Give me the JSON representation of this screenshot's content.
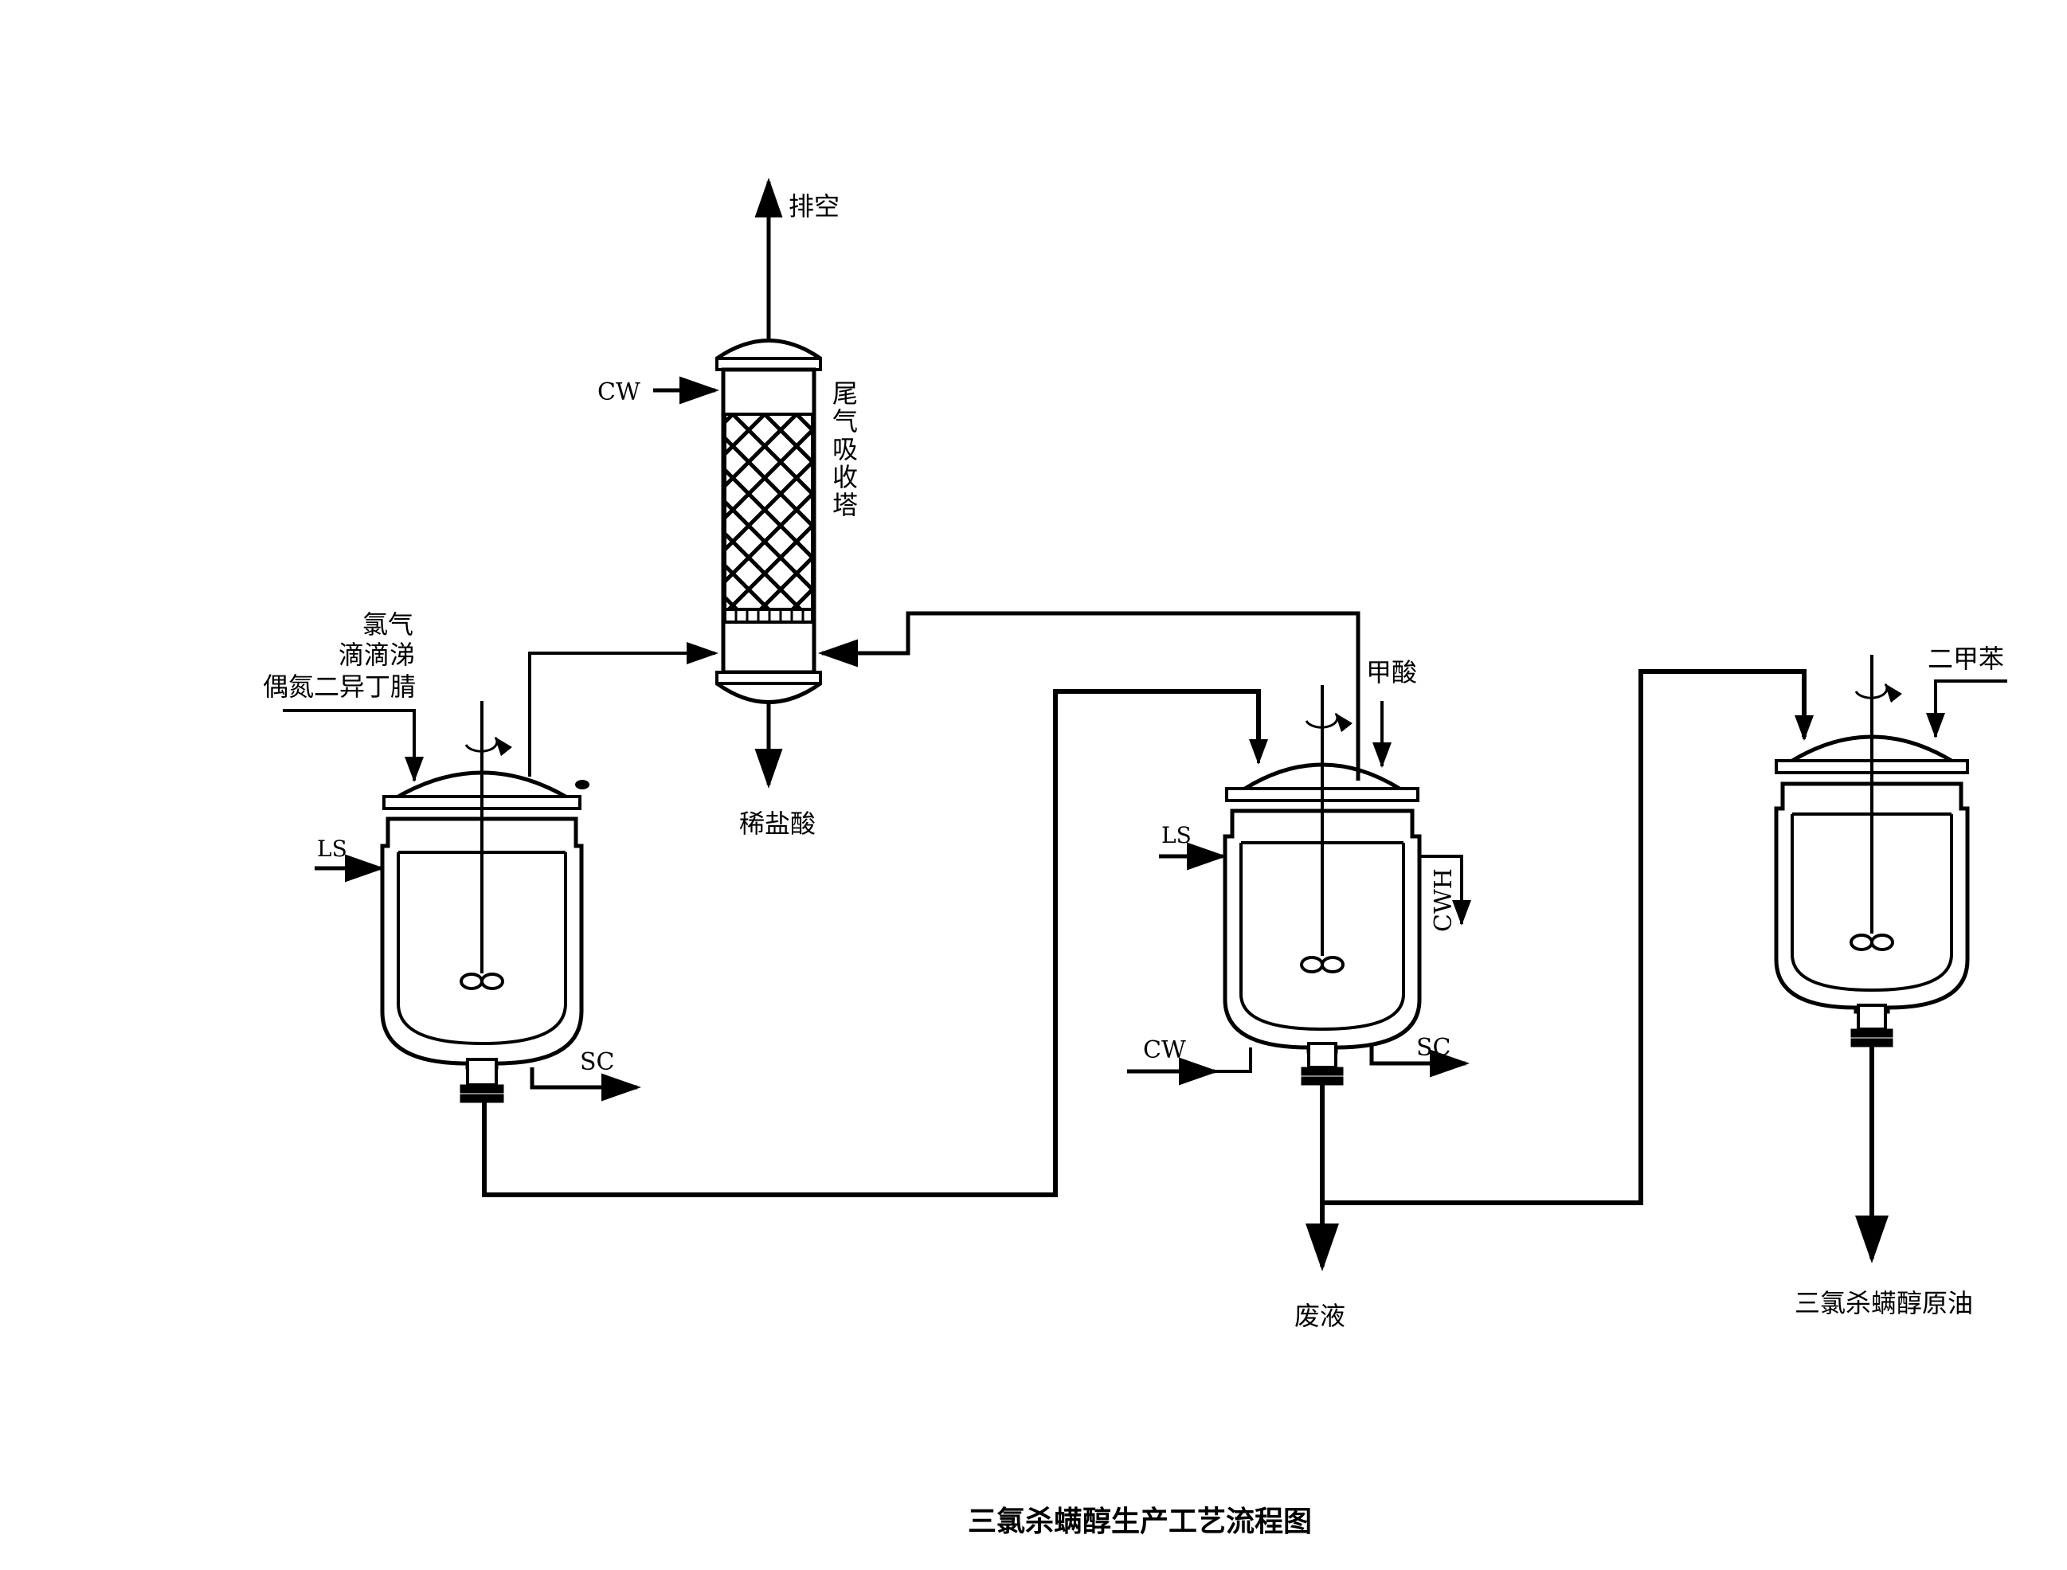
{
  "title": "三氯杀螨醇生产工艺流程图",
  "labels": {
    "vent": "排空",
    "absorber_cw": "CW",
    "absorber_name": [
      "尾",
      "气",
      "吸",
      "收",
      "塔"
    ],
    "dilute_hcl": "稀盐酸",
    "feed_r1": [
      "氯气",
      "滴滴涕",
      "偶氮二异丁腈"
    ],
    "r1_ls": "LS",
    "r1_sc": "SC",
    "formic_acid": "甲酸",
    "r2_ls": "LS",
    "r2_cwh": "CWH",
    "r2_cw": "CW",
    "r2_sc": "SC",
    "waste": "废液",
    "xylene": "二甲苯",
    "product": "三氯杀螨醇原油"
  },
  "colors": {
    "line": "#000000",
    "background": "#ffffff"
  }
}
